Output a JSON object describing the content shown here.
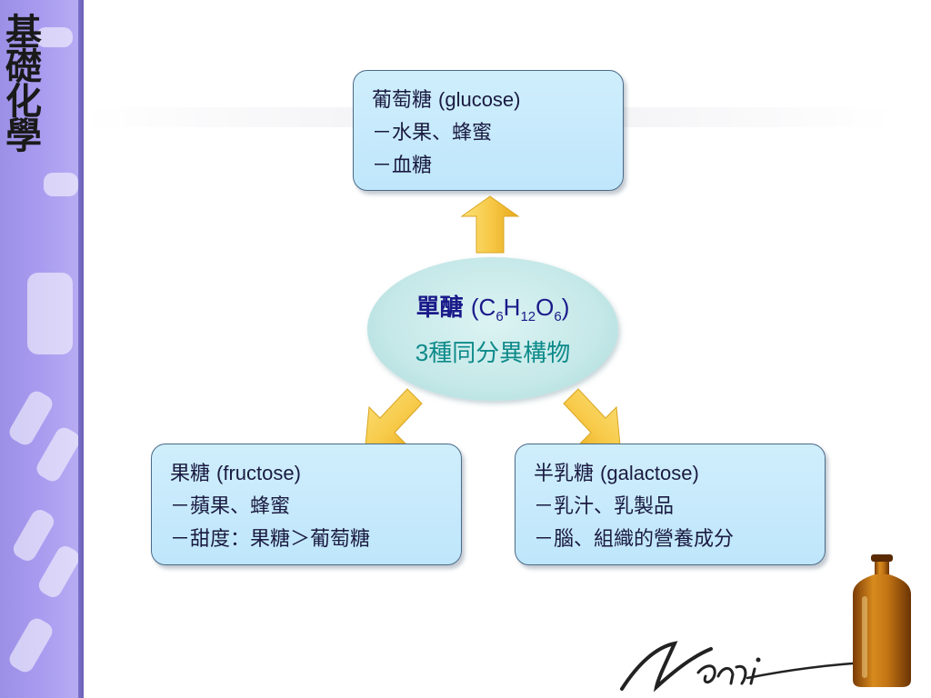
{
  "sidebar": {
    "title": "基礎化學"
  },
  "center": {
    "name": "單醣",
    "formula_prefix": "(C",
    "sub1": "6",
    "h": "H",
    "sub2": "12",
    "o": "O",
    "sub3": "6",
    "formula_suffix": ")",
    "isomer_count": "3",
    "isomer_text": "種同分異構物"
  },
  "glucose": {
    "name": "葡萄糖",
    "latin": "(glucose)",
    "lines": [
      "－水果、蜂蜜",
      "－血糖"
    ]
  },
  "fructose": {
    "name": "果糖",
    "latin": "(fructose)",
    "lines": [
      "－蘋果、蜂蜜",
      "－甜度：果糖＞葡萄糖"
    ]
  },
  "galactose": {
    "name": "半乳糖",
    "latin": "(galactose)",
    "lines": [
      "－乳汁、乳製品",
      "－腦、組織的營養成分"
    ]
  },
  "signature": "Vani",
  "colors": {
    "box_fill": "#cfeefc",
    "box_border": "#4a6a88",
    "ellipse_fill": "#c5e8e8",
    "arrow_yellow": "#f7c948",
    "sidebar_purple": "#a99cf0",
    "title_blue": "#1a1a8a",
    "teal_text": "#0e8a8a"
  }
}
